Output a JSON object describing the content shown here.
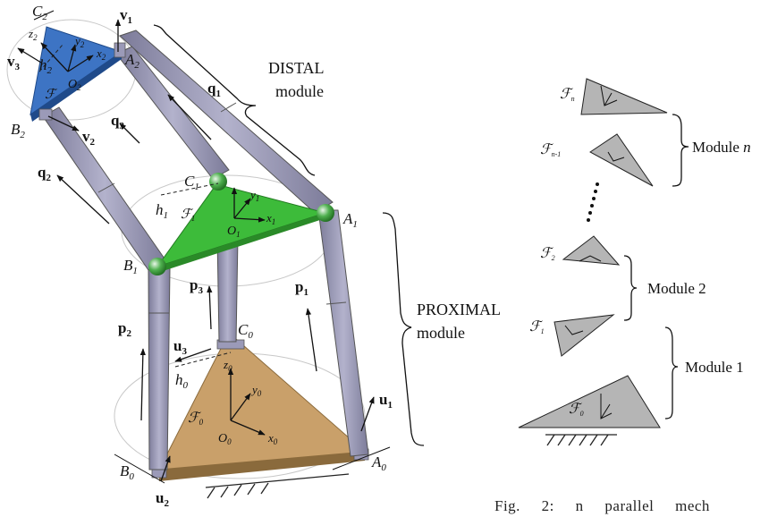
{
  "left_labels": {
    "C2": "C",
    "C2_sub": "2",
    "v1": "v",
    "v1_sub": "1",
    "A2": "A",
    "A2_sub": "2",
    "z2": "z",
    "z2_sub": "2",
    "y2": "y",
    "y2_sub": "2",
    "x2": "x",
    "x2_sub": "2",
    "v3": "v",
    "v3_sub": "3",
    "h2": "h",
    "h2_sub": "2",
    "O2": "O",
    "O2_sub": "2",
    "F2": "ℱ",
    "B2": "B",
    "B2_sub": "2",
    "v2": "v",
    "v2_sub": "2",
    "q1": "q",
    "q1_sub": "1",
    "q3": "q",
    "q3_sub": "3",
    "q2": "q",
    "q2_sub": "2",
    "C1": "C",
    "C1_sub": "1",
    "y1": "y",
    "y1_sub": "1",
    "x1": "x",
    "x1_sub": "1",
    "h1": "h",
    "h1_sub": "1",
    "F1": "ℱ",
    "F1_sub": "1",
    "O1": "O",
    "O1_sub": "1",
    "A1": "A",
    "A1_sub": "1",
    "B1": "B",
    "B1_sub": "1",
    "p3": "p",
    "p3_sub": "3",
    "p1": "p",
    "p1_sub": "1",
    "p2": "p",
    "p2_sub": "2",
    "C0": "C",
    "C0_sub": "0",
    "u3": "u",
    "u3_sub": "3",
    "z0": "z",
    "z0_sub": "0",
    "y0": "y",
    "y0_sub": "0",
    "h0": "h",
    "h0_sub": "0",
    "F0": "ℱ",
    "F0_sub": "0",
    "O0": "O",
    "O0_sub": "0",
    "x0": "x",
    "x0_sub": "0",
    "u1": "u",
    "u1_sub": "1",
    "A0": "A",
    "A0_sub": "0",
    "B0": "B",
    "B0_sub": "0",
    "u2": "u",
    "u2_sub": "2"
  },
  "distal_label": {
    "line1": "DISTAL",
    "line2": "module"
  },
  "proximal_label": {
    "line1": "PROXIMAL",
    "line2": "module"
  },
  "right_diagram": {
    "Fn": "ℱ",
    "Fn_sub": "n",
    "Fn1": "ℱ",
    "Fn1_sub": "n-1",
    "F2": "ℱ",
    "F2_sub": "2",
    "F1": "ℱ",
    "F1_sub": "1",
    "F0": "ℱ",
    "F0_sub": "0",
    "module_n": "Module ",
    "module_n_italic": "n",
    "module_2": "Module 2",
    "module_1": "Module 1"
  },
  "caption_partial": "Fig.     2:     n     parallel     mech",
  "colors": {
    "distal_platform": "#3d74c4",
    "middle_platform": "#3dbb3a",
    "base_platform": "#c9a06a",
    "legs": "#9b9ab8",
    "leg_dark": "#6f6e8c",
    "triangle_gray": "#b5b5b5"
  }
}
